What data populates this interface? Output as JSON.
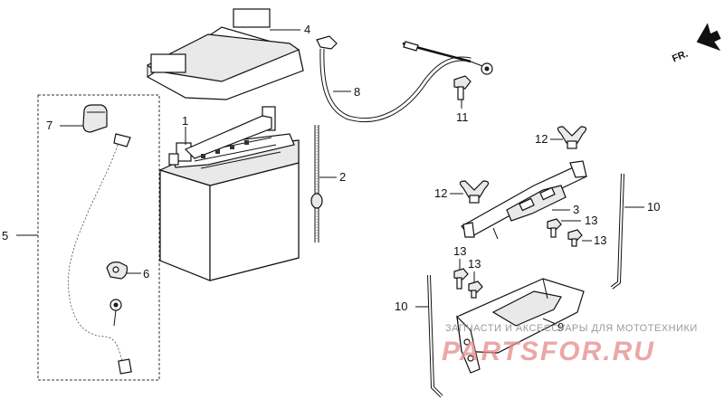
{
  "direction_marker": {
    "text": "FR."
  },
  "callouts": [
    {
      "id": "c1",
      "label": "1"
    },
    {
      "id": "c2",
      "label": "2"
    },
    {
      "id": "c3",
      "label": "3"
    },
    {
      "id": "c4",
      "label": "4"
    },
    {
      "id": "c5",
      "label": "5"
    },
    {
      "id": "c6",
      "label": "6"
    },
    {
      "id": "c7",
      "label": "7"
    },
    {
      "id": "c8",
      "label": "8"
    },
    {
      "id": "c9",
      "label": "9"
    },
    {
      "id": "c10a",
      "label": "10"
    },
    {
      "id": "c10b",
      "label": "10"
    },
    {
      "id": "c11",
      "label": "11"
    },
    {
      "id": "c12a",
      "label": "12"
    },
    {
      "id": "c12b",
      "label": "12"
    },
    {
      "id": "c13a",
      "label": "13"
    },
    {
      "id": "c13b",
      "label": "13"
    },
    {
      "id": "c13c",
      "label": "13"
    },
    {
      "id": "c13d",
      "label": "13"
    }
  ],
  "watermark": {
    "tagline": "ЗАПЧАСТИ И АКСЕССУАРЫ ДЛЯ МОТОТЕХНИКИ",
    "brand": "PARTSFOR.RU",
    "color": "#e58a8a"
  }
}
